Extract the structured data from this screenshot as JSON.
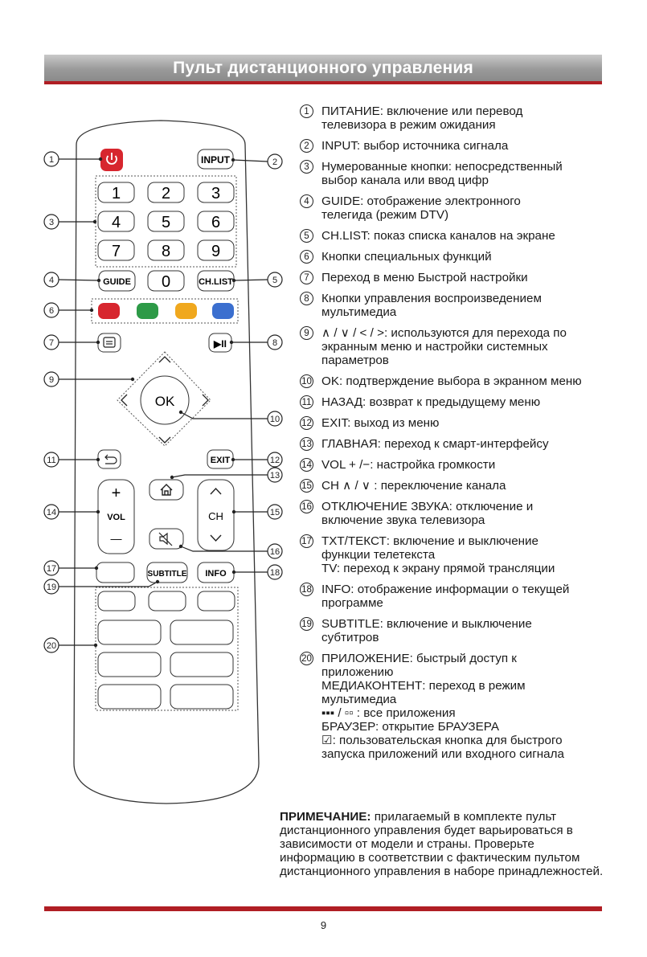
{
  "header": {
    "title": "Пульт дистанционного управления"
  },
  "remote": {
    "button_labels": {
      "input": "INPUT",
      "guide": "GUIDE",
      "chlist": "CH.LIST",
      "ok": "OK",
      "exit": "EXIT",
      "vol": "VOL",
      "ch": "CH",
      "subtitle": "SUBTITLE",
      "info": "INFO",
      "vol_plus": "+",
      "vol_minus": "—"
    },
    "digits": [
      "1",
      "2",
      "3",
      "4",
      "5",
      "6",
      "7",
      "8",
      "9",
      "0"
    ],
    "color_keys": [
      "#d7262e",
      "#2d9a47",
      "#f0a81e",
      "#3b6fcf"
    ],
    "callout_numbers": [
      "1",
      "2",
      "3",
      "4",
      "5",
      "6",
      "7",
      "8",
      "9",
      "10",
      "11",
      "12",
      "13",
      "14",
      "15",
      "16",
      "17",
      "18",
      "19",
      "20"
    ]
  },
  "legend": {
    "items": [
      {
        "n": "1",
        "lines": [
          "ПИТАНИЕ: включение или перевод",
          "телевизора в режим ожидания"
        ]
      },
      {
        "n": "2",
        "lines": [
          "INPUT: выбор источника сигнала"
        ]
      },
      {
        "n": "3",
        "lines": [
          "Нумерованные кнопки: непосредственный",
          "выбор канала или ввод цифр"
        ]
      },
      {
        "n": "4",
        "lines": [
          "GUIDE: отображение электронного",
          "телегида (режим DTV)"
        ]
      },
      {
        "n": "5",
        "lines": [
          "CH.LIST: показ списка каналов на экране"
        ]
      },
      {
        "n": "6",
        "lines": [
          "Кнопки специальных функций"
        ]
      },
      {
        "n": "7",
        "lines": [
          "Переход в меню Быстрой настройки"
        ]
      },
      {
        "n": "8",
        "lines": [
          "Кнопки управления воспроизведением",
          "мультимедиа"
        ]
      },
      {
        "n": "9",
        "lines": [
          "∧ / ∨ / < / >: используются для перехода по",
          "экранным меню и настройки системных",
          "параметров"
        ]
      },
      {
        "n": "10",
        "lines": [
          "OK: подтверждение выбора в экранном меню"
        ]
      },
      {
        "n": "11",
        "lines": [
          "НАЗАД: возврат к предыдущему меню"
        ]
      },
      {
        "n": "12",
        "lines": [
          "EXIT: выход из меню"
        ]
      },
      {
        "n": "13",
        "lines": [
          "ГЛАВНАЯ: переход к смарт-интерфейсу"
        ]
      },
      {
        "n": "14",
        "lines": [
          "VOL + /−: настройка громкости"
        ]
      },
      {
        "n": "15",
        "lines": [
          "CH ∧ / ∨ : переключение канала"
        ]
      },
      {
        "n": "16",
        "lines": [
          "ОТКЛЮЧЕНИЕ ЗВУКА: отключение и",
          "включение звука телевизора"
        ]
      },
      {
        "n": "17",
        "lines": [
          "TXT/ТЕКСТ: включение и выключение",
          "функции телетекста",
          "TV: переход к экрану прямой трансляции"
        ]
      },
      {
        "n": "18",
        "lines": [
          "INFO: отображение информации о текущей",
          "программе"
        ]
      },
      {
        "n": "19",
        "lines": [
          "SUBTITLE: включение и выключение",
          "субтитров"
        ]
      },
      {
        "n": "20",
        "lines": [
          "ПРИЛОЖЕНИЕ: быстрый доступ к",
          "приложению",
          "МЕДИАКОНТЕНТ: переход в режим",
          "мультимедиа",
          "▪▪▪ / ▫▫ : все приложения",
          "БРАУЗЕР: открытие БРАУЗЕРА",
          "☑: пользовательская кнопка для быстрого",
          "запуска приложений или входного сигнала"
        ]
      }
    ]
  },
  "note": {
    "label": "ПРИМЕЧАНИЕ:",
    "text": " прилагаемый в комплекте пульт дистанционного управления будет варьироваться в зависимости от модели и страны. Проверьте информацию в соответствии с фактическим пультом дистанционного управления в наборе принадлежностей."
  },
  "page_number": "9"
}
